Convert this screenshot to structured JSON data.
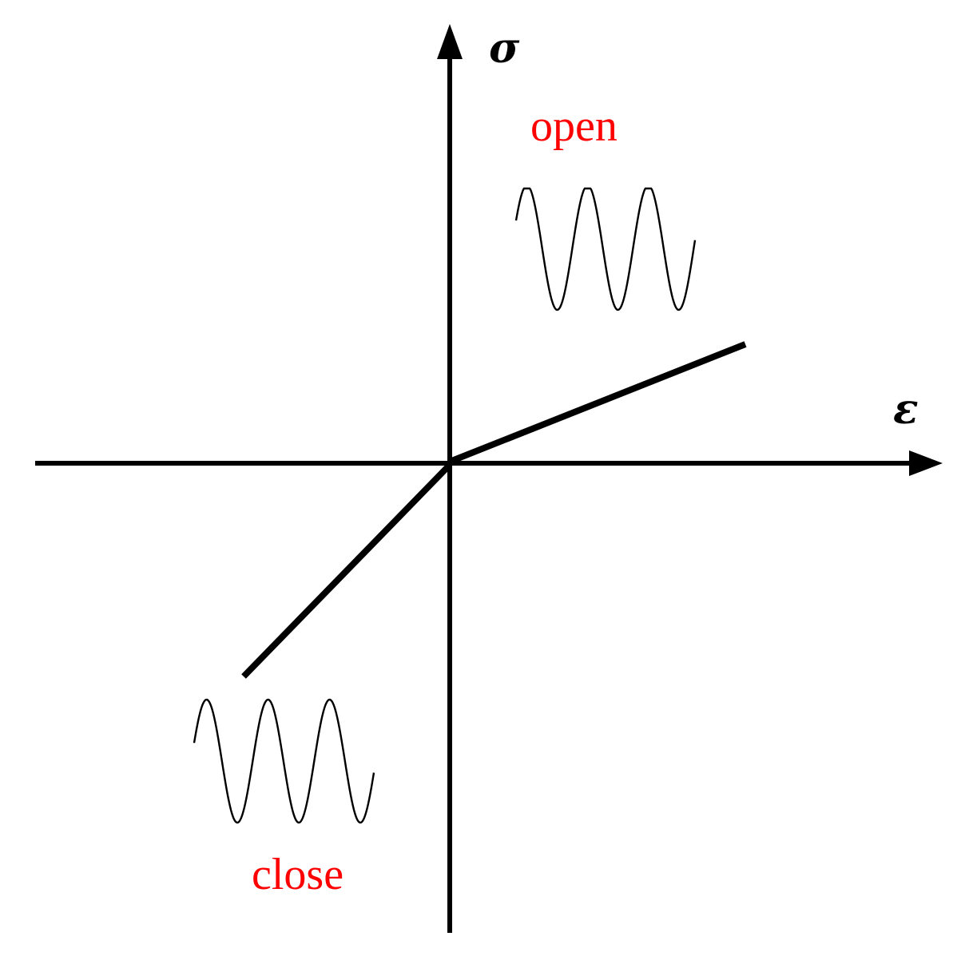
{
  "axes": {
    "y_label": "σ",
    "x_label": "ε"
  },
  "labels": {
    "open": "open",
    "close": "close"
  },
  "colors": {
    "axis": "#000000",
    "label_accent": "#ff0000",
    "wave": "#000000"
  }
}
